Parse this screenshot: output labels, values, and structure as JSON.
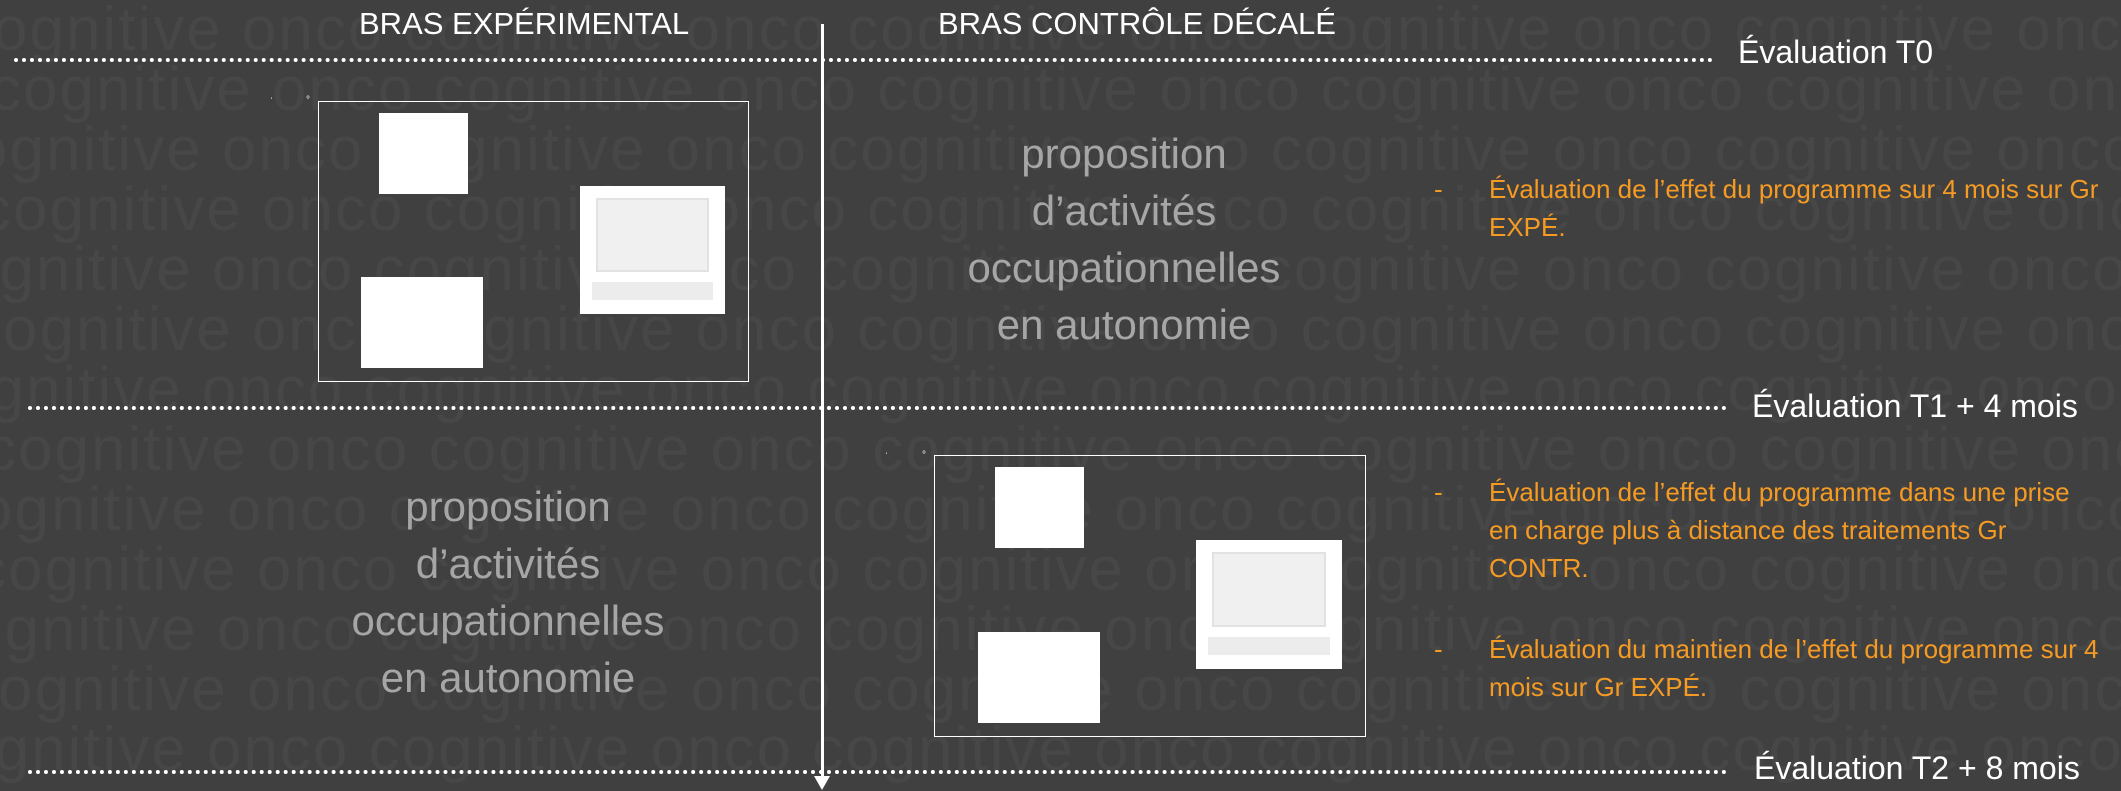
{
  "watermark": {
    "rows": [
      "cognitive onco cognitive onco cognitive onco cognitive onco cognitive onco",
      "cognitive onco cognitive onco cognitive onco cognitive onco cognitive onco",
      "cognitive onco cognitive onco cognitive onco cognitive onco cognitive onco",
      "cognitive onco cognitive onco cognitive onco cognitive onco cognitive onco",
      "cognitive onco cognitive onco cognitive onco cognitive onco cognitive onco",
      "cognitive onco cognitive onco cognitive onco cognitive onco cognitive onco",
      "cognitive onco cognitive onco cognitive onco cognitive onco cognitive onco",
      "cognitive onco cognitive onco cognitive onco cognitive onco cognitive onco",
      "cognitive onco cognitive onco cognitive onco cognitive onco cognitive onco",
      "cognitive onco cognitive onco cognitive onco cognitive onco cognitive onco",
      "cognitive onco cognitive onco cognitive onco cognitive onco cognitive onco",
      "cognitive onco cognitive onco cognitive onco cognitive onco cognitive onco",
      "cognitive onco cognitive onco cognitive onco cognitive onco cognitive onco"
    ]
  },
  "arms": {
    "experimental": "BRAS EXPÉRIMENTAL",
    "control": "BRAS CONTRÔLE DÉCALÉ"
  },
  "evaluations": {
    "t0": "Évaluation T0",
    "t1": "Évaluation T1 + 4 mois",
    "t2": "Évaluation T2 + 8 mois"
  },
  "activity": {
    "line1": "proposition",
    "line2": "d’activités",
    "line3": "occupationnelles",
    "line4": "en autonomie"
  },
  "bullets": {
    "dash": "-",
    "b1": "Évaluation de l’effet du programme sur 4 mois sur Gr EXPÉ.",
    "b2": "Évaluation de l’effet du programme dans une prise en charge plus à distance des traitements Gr CONTR.",
    "b3": "Évaluation du maintien de l’effet du programme sur 4 mois sur Gr EXPÉ."
  },
  "icons": {
    "panel_images": "white-image-placeholder",
    "laptop": "laptop-icon"
  },
  "colors": {
    "background": "#404040",
    "accent_orange": "#f59a23",
    "activity_grey": "#a6a6a6",
    "lines": "#ffffff"
  }
}
